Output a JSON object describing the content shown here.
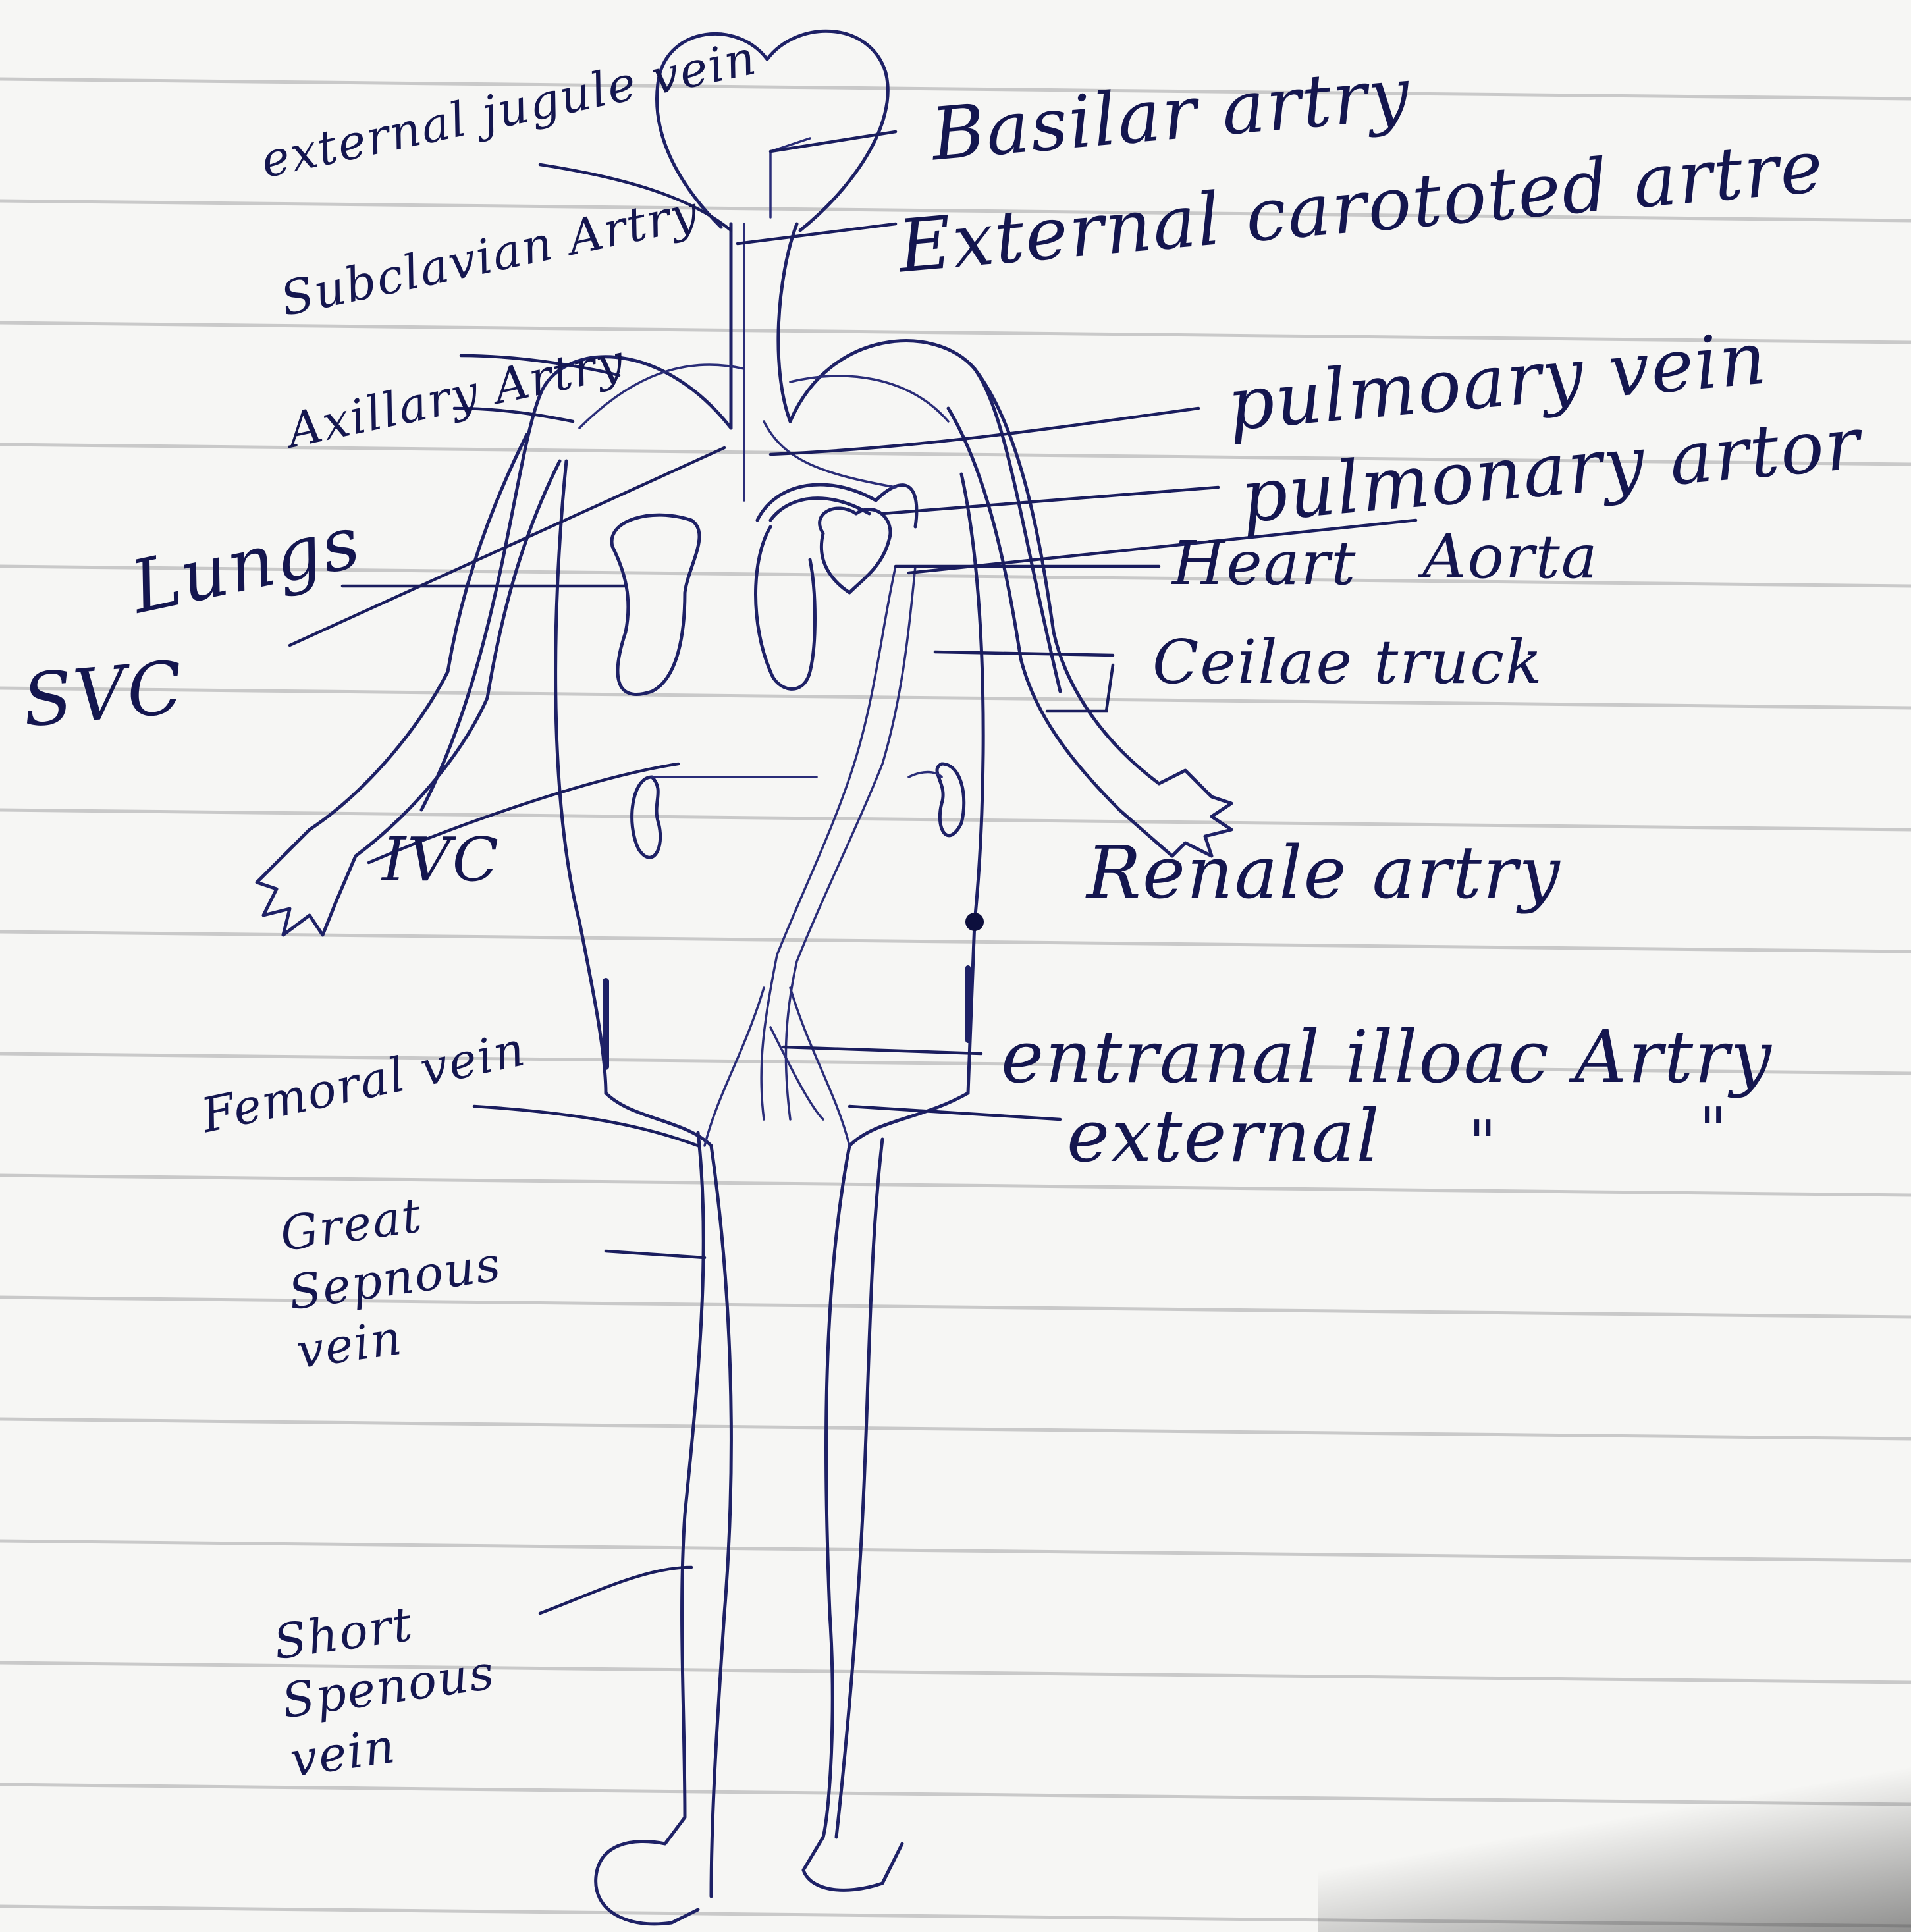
{
  "labels": {
    "external_jugular_vein": "external jugule vein",
    "basilar_artery": "Basilar artry",
    "external_carotid_artery": "External carototed artre",
    "subclavian_artery": "Subclavian Artry",
    "axillary_artery": "Axillary Artry",
    "lungs": "Lungs",
    "pulmonary_vein": "pulmoary vein",
    "pulmonary_artery": "pulmonary artor",
    "heart": "Heart",
    "aorta": "Aorta",
    "svc": "SVC",
    "celiac_trunk": "Ceilae truck",
    "ivc": "IVC",
    "renal_artery": "Renale artry",
    "internal_iliac_artery": "entranal illoac Artry",
    "external_iliac_artery": "external",
    "ditto_1": "\"",
    "ditto_2": "\"",
    "femoral_vein": "Femoral vein",
    "great_saphenous_vein": "Great Sepnous vein",
    "short_saphenous_vein": "Short Spenous vein"
  },
  "colors": {
    "ink": "#1e2166",
    "paper": "#f6f6f4",
    "ruling": "#c9c9c9"
  }
}
